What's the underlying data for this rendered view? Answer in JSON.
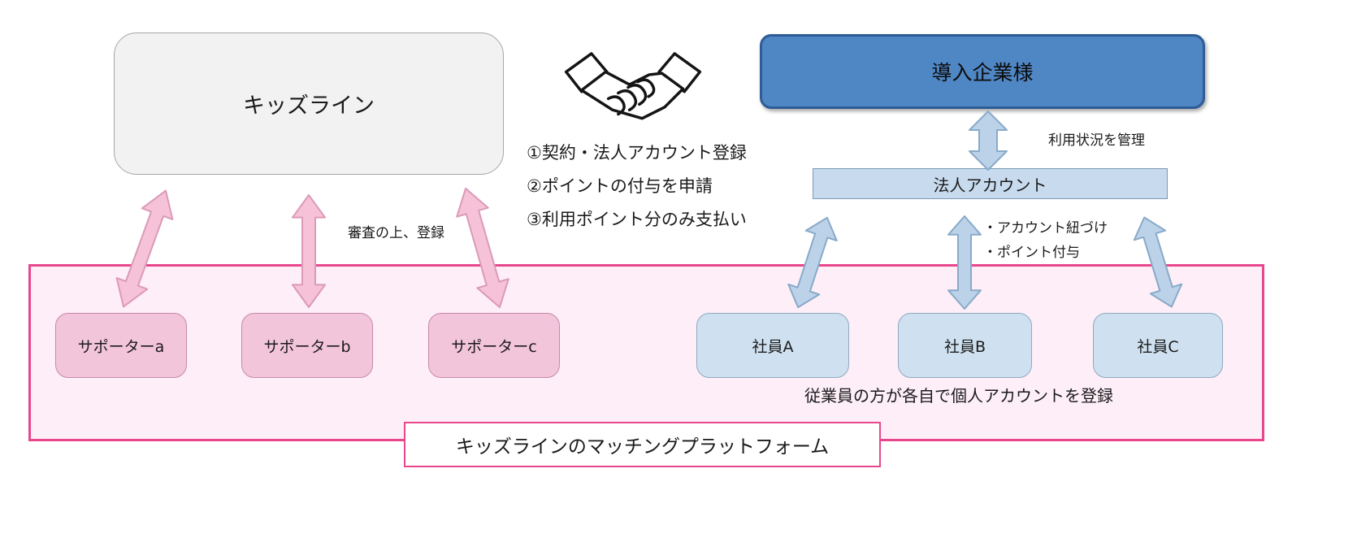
{
  "kidsline": {
    "label": "キッズライン"
  },
  "company": {
    "label": "導入企業様"
  },
  "corporate_account": {
    "label": "法人アカウント"
  },
  "contract_notes": {
    "line1": "①契約・法人アカウント登録",
    "line2": "②ポイントの付与を申請",
    "line3": "③利用ポイント分のみ支払い"
  },
  "annotations": {
    "usage_management": "利用状況を管理",
    "screening": "審査の上、登録",
    "account_link": "・アカウント紐づけ",
    "point_grant": "・ポイント付与",
    "employee_note": "従業員の方が各自で個人アカウントを登録"
  },
  "platform": {
    "title": "キッズラインのマッチングプラットフォーム",
    "supporters": [
      "サポーターa",
      "サポーターb",
      "サポーターc"
    ],
    "employees": [
      "社員A",
      "社員B",
      "社員C"
    ]
  },
  "colors": {
    "pink_accent": "#e8478d",
    "company_blue": "#4f86c4",
    "supporter_pink": "#f3c5da",
    "employee_blue": "#cfe1f0",
    "pink_arrow": "#f5c2d7",
    "blue_arrow": "#bcd2e8"
  }
}
